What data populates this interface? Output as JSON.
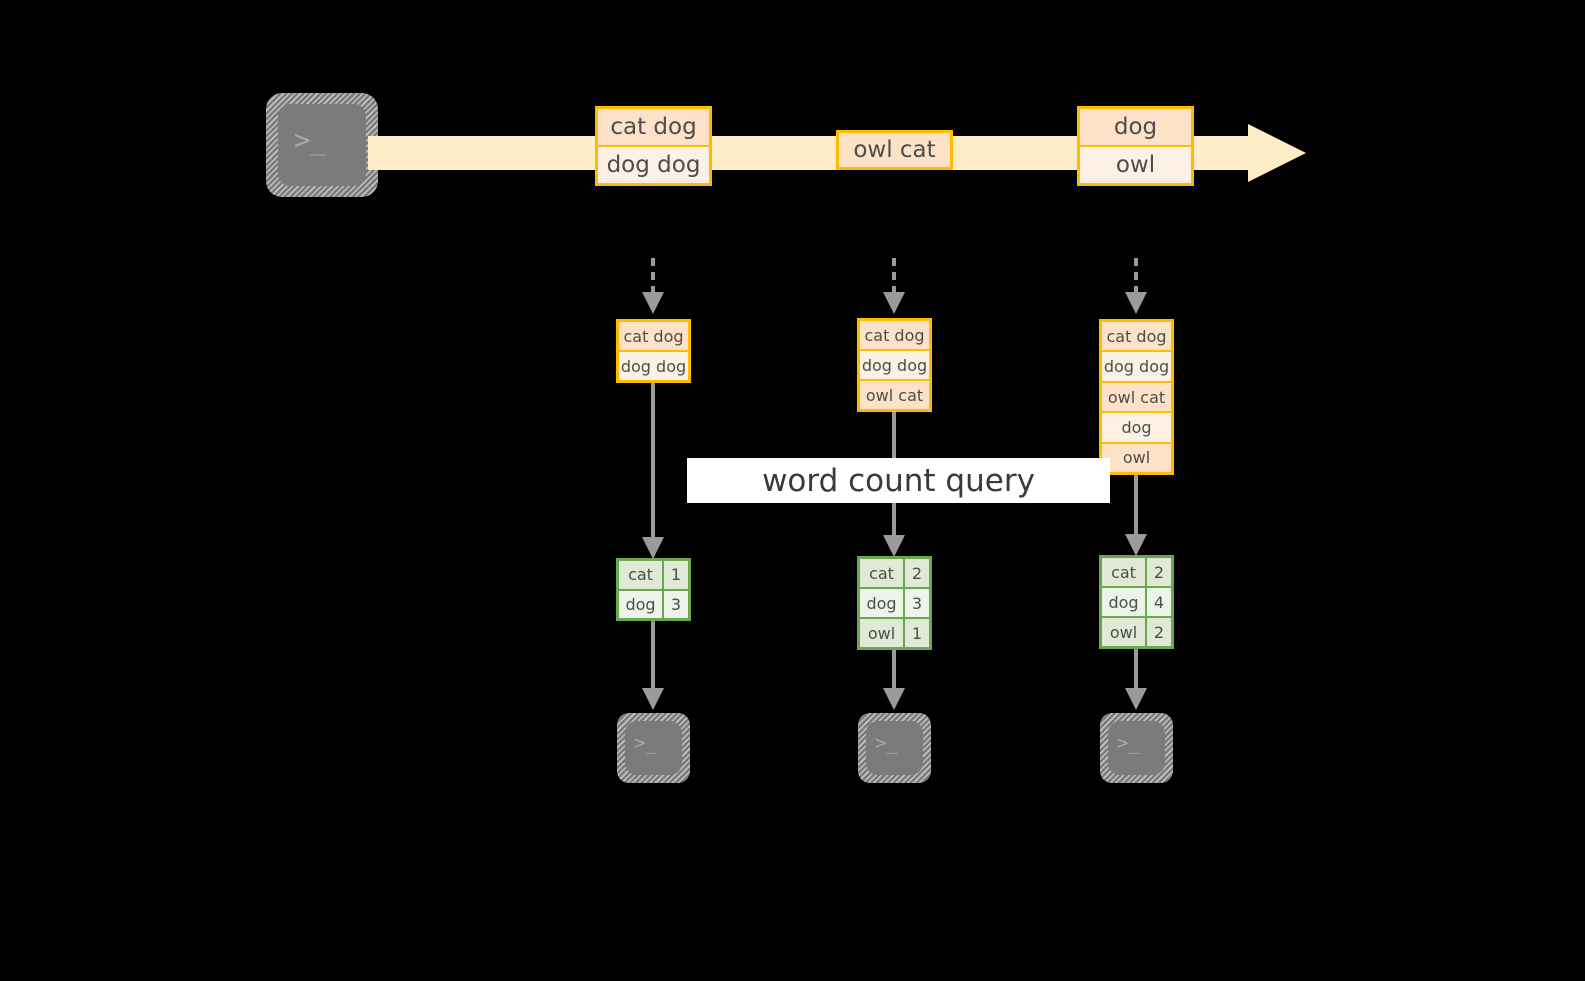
{
  "diagram": {
    "title_label": "word count query",
    "colors": {
      "stream_band": "#fdeec8",
      "message_border": "#ffbb00",
      "message_fill_dark": "#fde2c8",
      "message_fill_light": "#fdf1e6",
      "result_border": "#6aa84f",
      "result_fill_dark": "#dfe9d6",
      "result_fill_light": "#eef3ea",
      "connector": "#9a9a9a",
      "terminal_fill": "#7b7b7b",
      "background": "#000000"
    },
    "source": {
      "icon": "terminal-icon",
      "prompt": ">_"
    },
    "stream": {
      "messages": [
        {
          "lines": [
            "cat dog",
            "dog dog"
          ]
        },
        {
          "lines": [
            "owl cat"
          ]
        },
        {
          "lines": [
            "dog",
            "owl"
          ]
        }
      ]
    },
    "snapshots": [
      {
        "name": "snapshot-1",
        "input_lines": [
          "cat dog",
          "dog dog"
        ],
        "results": [
          {
            "word": "cat",
            "count": "1"
          },
          {
            "word": "dog",
            "count": "3"
          }
        ],
        "sink": {
          "icon": "terminal-icon",
          "prompt": ">_"
        }
      },
      {
        "name": "snapshot-2",
        "input_lines": [
          "cat dog",
          "dog dog",
          "owl cat"
        ],
        "results": [
          {
            "word": "cat",
            "count": "2"
          },
          {
            "word": "dog",
            "count": "3"
          },
          {
            "word": "owl",
            "count": "1"
          }
        ],
        "sink": {
          "icon": "terminal-icon",
          "prompt": ">_"
        }
      },
      {
        "name": "snapshot-3",
        "input_lines": [
          "cat dog",
          "dog dog",
          "owl cat",
          "dog",
          "owl"
        ],
        "results": [
          {
            "word": "cat",
            "count": "2"
          },
          {
            "word": "dog",
            "count": "4"
          },
          {
            "word": "owl",
            "count": "2"
          }
        ],
        "sink": {
          "icon": "terminal-icon",
          "prompt": ">_"
        }
      }
    ]
  }
}
